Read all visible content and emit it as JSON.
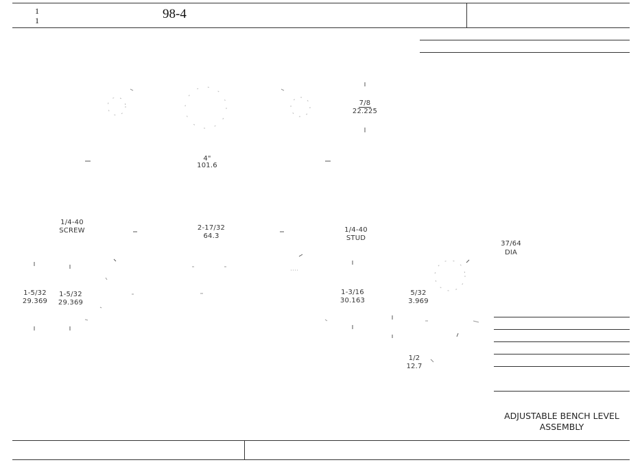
{
  "header": {
    "sheet_top": "1",
    "sheet_bottom": "1",
    "drawing_number": "98-4"
  },
  "dimensions": {
    "d_7_8": "7/8",
    "d_22_225": "22.225",
    "d_4": "4\"",
    "d_101_6": "101.6",
    "screw_thread": "1/4-40",
    "screw_label": "SCREW",
    "d_2_17_32": "2-17/32",
    "d_64_3": "64.3",
    "stud_thread": "1/4-40",
    "stud_label": "STUD",
    "d_37_64": "37/64",
    "d_37_64_dia": "DIA",
    "d_1_5_32_a": "1-5/32",
    "d_29_369": "29.369",
    "d_1_5_32_b": "1-5/32",
    "d_29_369_b": "29.369",
    "d_1_3_16": "1-3/16",
    "d_30_163": "30.163",
    "d_5_32": "5/32",
    "d_3_969": "3.969",
    "d_1_2": "1/2",
    "d_12_7": "12.7"
  },
  "title_block": {
    "title_line1": "ADJUSTABLE BENCH LEVEL",
    "title_line2": "ASSEMBLY"
  }
}
